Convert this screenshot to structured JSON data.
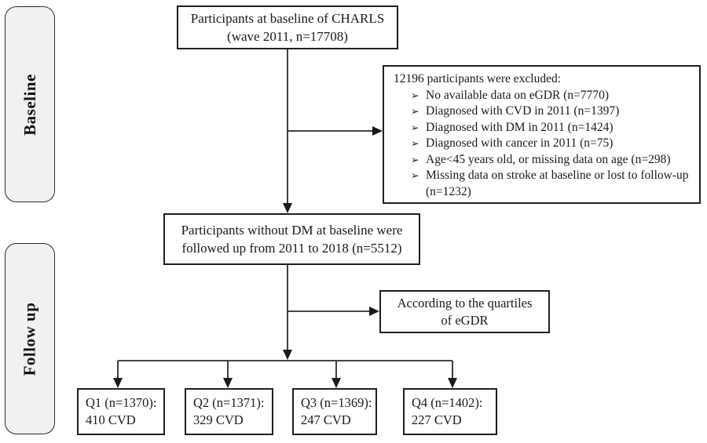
{
  "stage_labels": {
    "baseline": "Baseline",
    "follow_up": "Follow up"
  },
  "boxes": {
    "top": {
      "line1": "Participants at baseline of CHARLS",
      "line2": "(wave 2011, n=17708)"
    },
    "exclusion": {
      "header": "12196 participants were excluded:",
      "bullet": "➢",
      "items": [
        "No available data on eGDR (n=7770)",
        "Diagnosed with CVD in 2011 (n=1397)",
        "Diagnosed with DM in 2011 (n=1424)",
        "Diagnosed with cancer in 2011 (n=75)",
        "Age<45 years old, or missing data on age (n=298)",
        "Missing data on stroke at baseline or lost to follow-up (n=1232)"
      ]
    },
    "followed": {
      "line1": "Participants without DM at baseline were",
      "line2": "followed up from 2011 to 2018 (n=5512)"
    },
    "quartiles": {
      "line1": "According to the quartiles",
      "line2": "of eGDR"
    },
    "q1": {
      "line1": "Q1 (n=1370):",
      "line2": "410 CVD"
    },
    "q2": {
      "line1": "Q2 (n=1371):",
      "line2": "329 CVD"
    },
    "q3": {
      "line1": "Q3 (n=1369):",
      "line2": "247 CVD"
    },
    "q4": {
      "line1": "Q4 (n=1402):",
      "line2": "227 CVD"
    }
  },
  "colors": {
    "border": "#1f1f1f",
    "connector": "#2b2b2b",
    "side_label_fill": "#f1f1ef",
    "background": "#ffffff",
    "text": "#1a1a1a"
  }
}
